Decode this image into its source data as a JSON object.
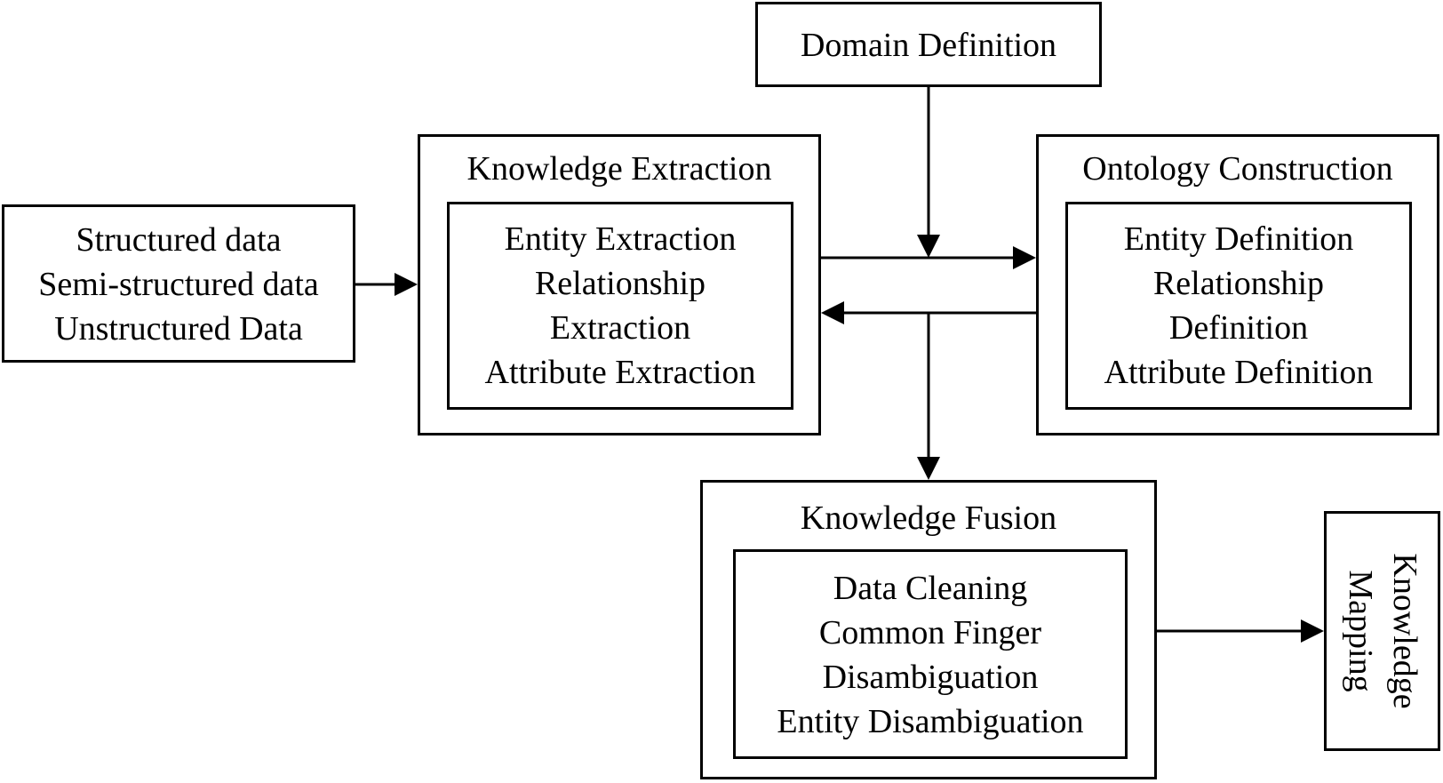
{
  "domain_definition": {
    "title": "Domain Definition"
  },
  "data_sources": {
    "lines": [
      "Structured data",
      "Semi-structured data",
      "Unstructured Data"
    ]
  },
  "knowledge_extraction": {
    "title": "Knowledge Extraction",
    "items": [
      "Entity Extraction",
      "Relationship",
      "Extraction",
      "Attribute Extraction"
    ]
  },
  "ontology_construction": {
    "title": "Ontology Construction",
    "items": [
      "Entity Definition",
      "Relationship",
      "Definition",
      "Attribute Definition"
    ]
  },
  "knowledge_fusion": {
    "title": "Knowledge Fusion",
    "items": [
      "Data Cleaning",
      "Common Finger",
      "Disambiguation",
      "Entity Disambiguation"
    ]
  },
  "knowledge_mapping": {
    "lines": [
      "Knowledge",
      "Mapping"
    ]
  }
}
